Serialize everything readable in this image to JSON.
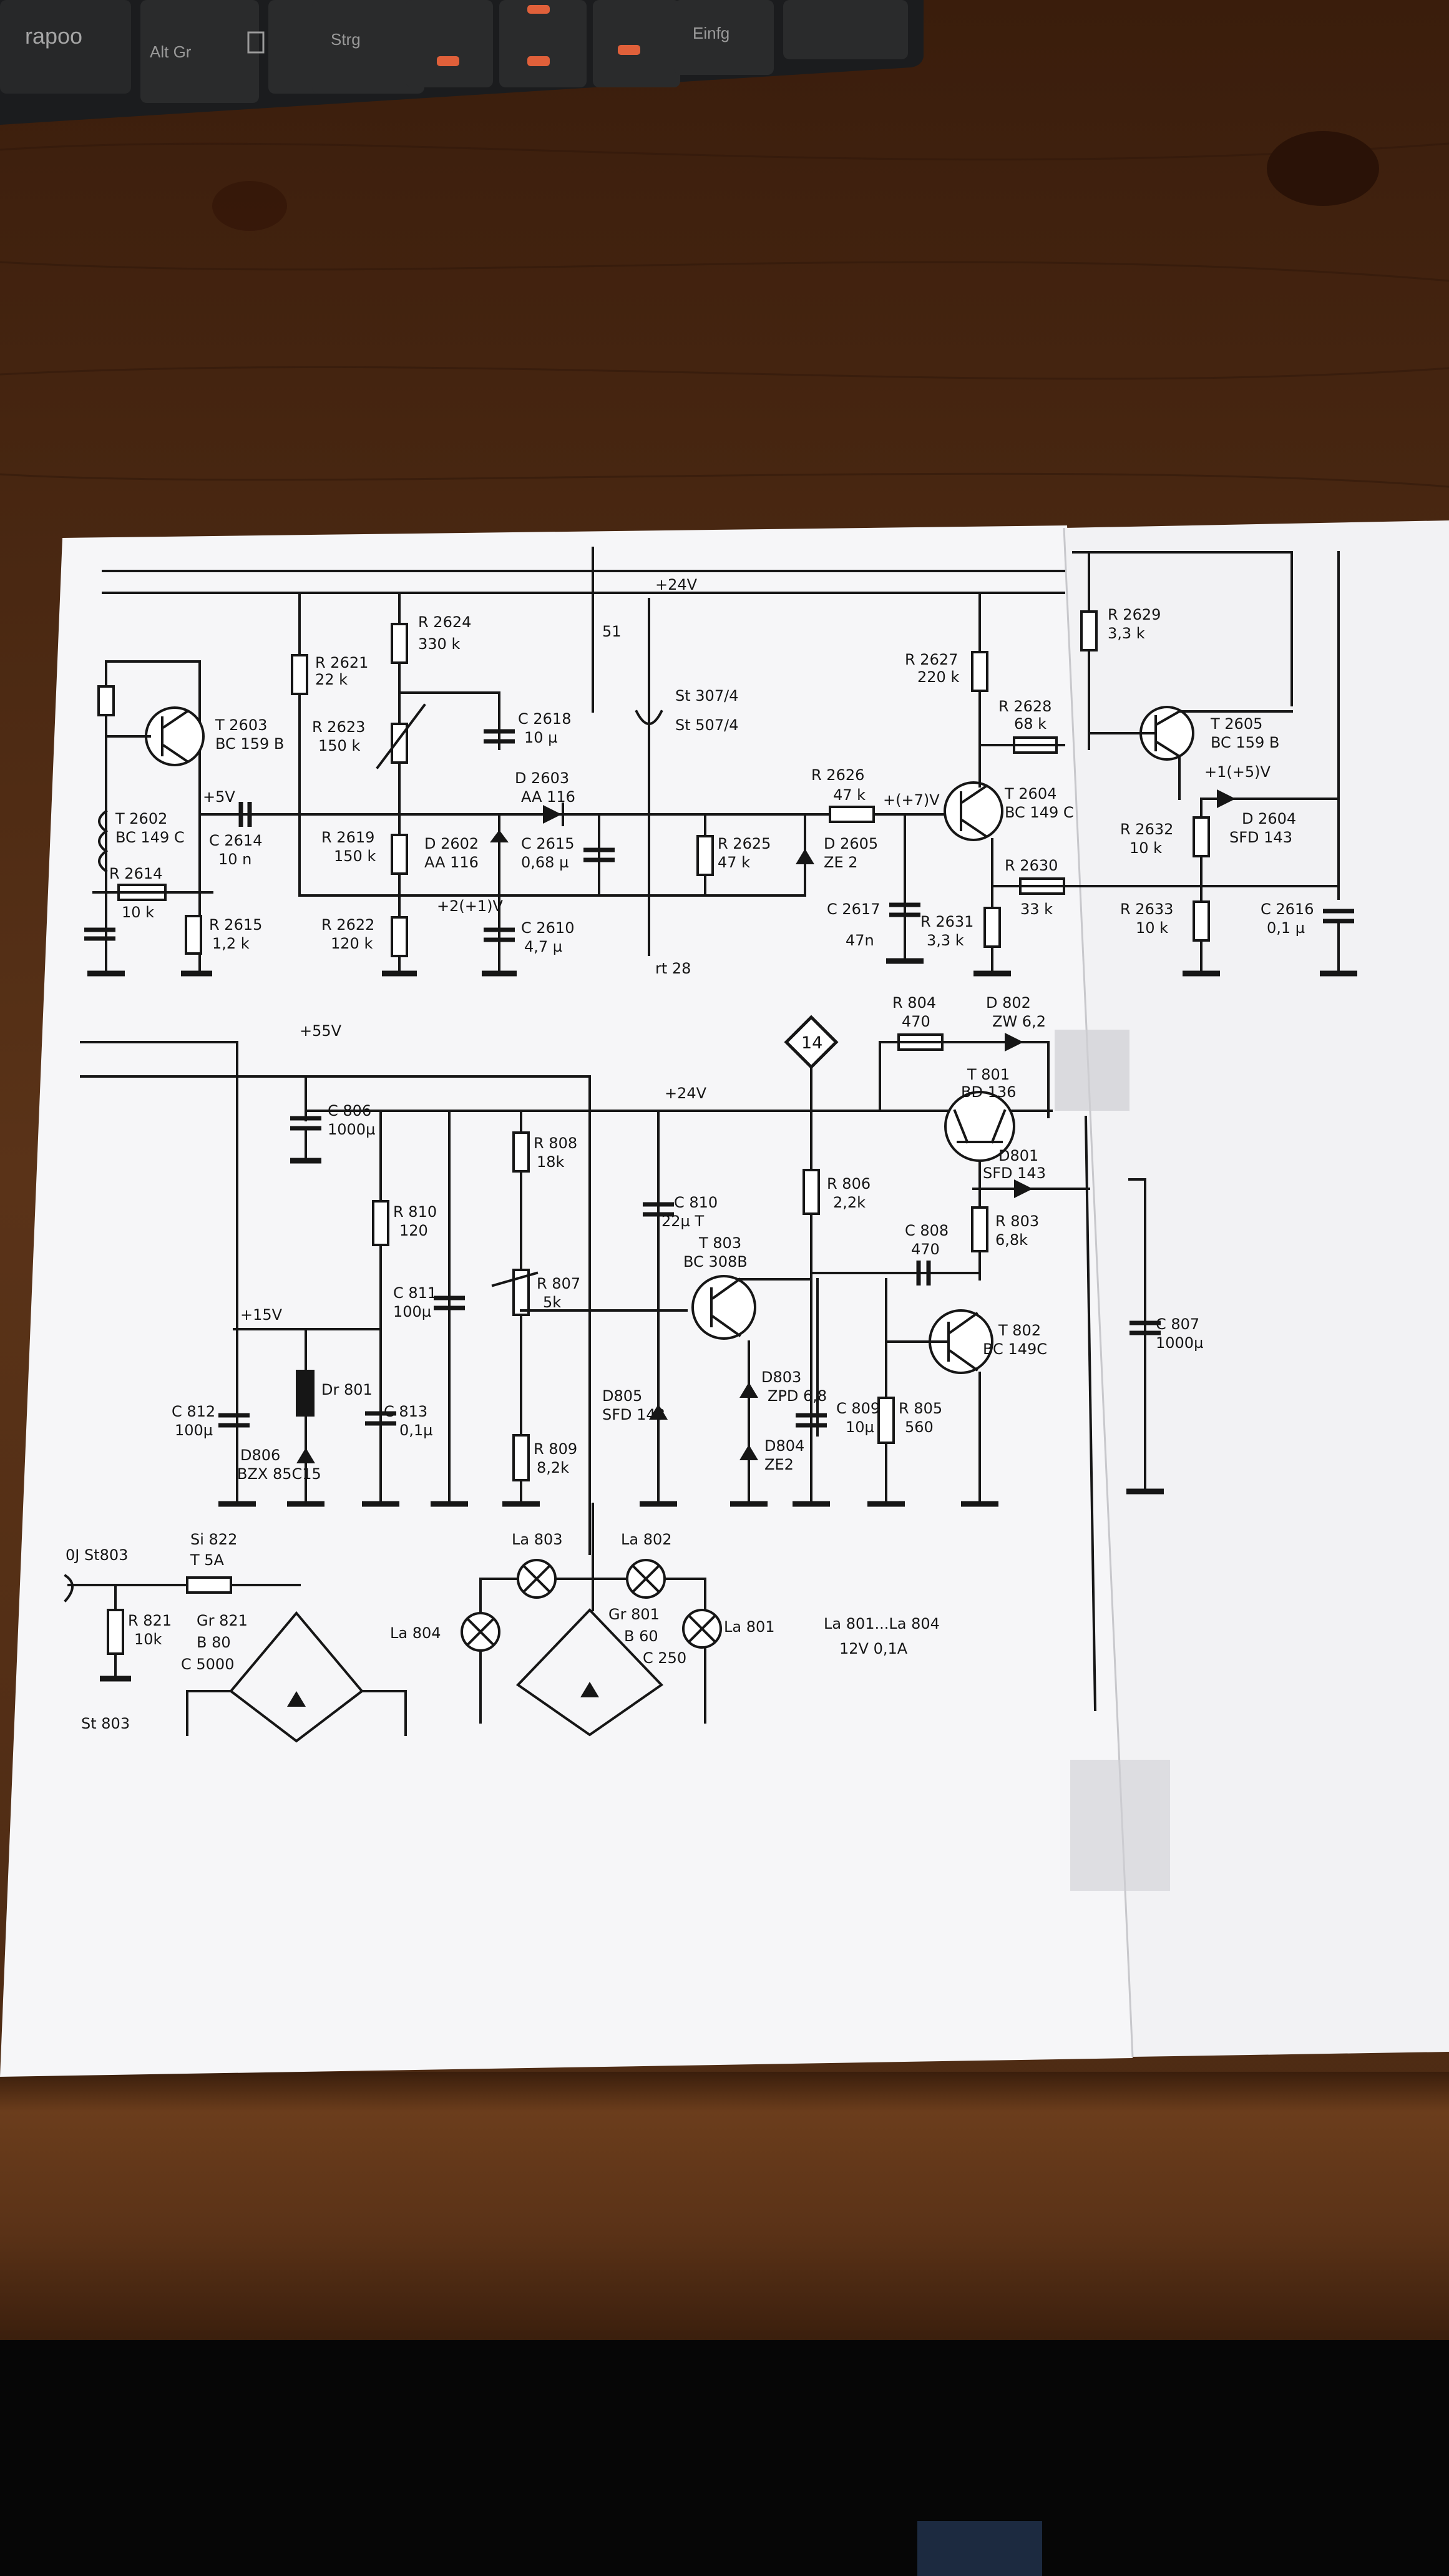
{
  "keyboard": {
    "brand": "rapoo",
    "keys": [
      "Alt Gr",
      "Strg",
      "Einfg"
    ]
  },
  "schematic_left": {
    "rails": [
      "+24V",
      "+55V",
      "+24V",
      "+15V"
    ],
    "nodes": [
      "51",
      "St 307/4",
      "St 507/4",
      "rt 28",
      "+5V",
      "+2(+1)V",
      "+(+7)V"
    ],
    "transistors": [
      {
        "ref": "T 2603",
        "type": "BC 159 B"
      },
      {
        "ref": "T 2602",
        "type": "BC 149 C"
      },
      {
        "ref": "T 2604",
        "type": "BC 149 C"
      },
      {
        "ref": "T 801",
        "type": "BD 136"
      },
      {
        "ref": "T 803",
        "type": "BC 308B"
      },
      {
        "ref": "T 802",
        "type": "BC 149C"
      }
    ],
    "resistors": [
      {
        "ref": "R 2621",
        "value": "22 k"
      },
      {
        "ref": "R 2624",
        "value": "330 k"
      },
      {
        "ref": "R 2623",
        "value": "150 k"
      },
      {
        "ref": "R 2619",
        "value": "150 k"
      },
      {
        "ref": "R 2622",
        "value": "120 k"
      },
      {
        "ref": "R 2614",
        "value": "10 k"
      },
      {
        "ref": "R 2615",
        "value": "1,2 k"
      },
      {
        "ref": "R 2625",
        "value": "47 k"
      },
      {
        "ref": "R 2626",
        "value": "47 k"
      },
      {
        "ref": "R 2627",
        "value": "220 k"
      },
      {
        "ref": "R 2628",
        "value": "68 k"
      },
      {
        "ref": "R 2630",
        "value": "33 k"
      },
      {
        "ref": "R 2631",
        "value": "3,3 k"
      },
      {
        "ref": "R 804",
        "value": "470"
      },
      {
        "ref": "R 806",
        "value": "2,2k"
      },
      {
        "ref": "R 803",
        "value": "6,8k"
      },
      {
        "ref": "R 805",
        "value": "560"
      },
      {
        "ref": "R 808",
        "value": "18k"
      },
      {
        "ref": "R 807",
        "value": "5k"
      },
      {
        "ref": "R 809",
        "value": "8,2k"
      },
      {
        "ref": "R 810",
        "value": "120"
      },
      {
        "ref": "R 821",
        "value": "10k"
      }
    ],
    "capacitors": [
      {
        "ref": "C 2614",
        "value": "10 n"
      },
      {
        "ref": "C 2618",
        "value": "10 µ"
      },
      {
        "ref": "C 2615",
        "value": "0,68 µ"
      },
      {
        "ref": "C 2610",
        "value": "4,7 µ"
      },
      {
        "ref": "C 2617",
        "value": "47n"
      },
      {
        "ref": "C 806",
        "value": "1000µ"
      },
      {
        "ref": "C 810",
        "value": "22µ T"
      },
      {
        "ref": "C 808",
        "value": "470"
      },
      {
        "ref": "C 811",
        "value": "100µ"
      },
      {
        "ref": "C 812",
        "value": "100µ"
      },
      {
        "ref": "C 813",
        "value": "0,1µ"
      },
      {
        "ref": "C 809",
        "value": "10µ"
      }
    ],
    "diodes": [
      {
        "ref": "D 2603",
        "value": "AA 116"
      },
      {
        "ref": "D 2602",
        "value": "AA 116"
      },
      {
        "ref": "D 2605",
        "value": "ZE 2"
      },
      {
        "ref": "D 802",
        "value": "ZW 6,2"
      },
      {
        "ref": "D801",
        "value": "SFD 143"
      },
      {
        "ref": "D803",
        "value": "ZPD 6,8"
      },
      {
        "ref": "D804",
        "value": "ZE2"
      },
      {
        "ref": "D805",
        "value": "SFD 143"
      },
      {
        "ref": "D806",
        "value": "BZX 85C15"
      }
    ],
    "misc": {
      "choke": "Dr 801",
      "terminal": "14",
      "fuse": {
        "ref": "Si 822",
        "value": "T 5A"
      },
      "connector_top": "0J St803",
      "connector_bottom": "St 803",
      "bridge_left": {
        "ref": "Gr 821",
        "value1": "B 80",
        "value2": "C 5000"
      },
      "bridge_right": {
        "ref": "Gr 801",
        "value1": "B 60",
        "value2": "C 250"
      },
      "lamps": [
        "La 803",
        "La 802",
        "La 804",
        "La 801"
      ],
      "lamp_note_1": "La 801...La 804",
      "lamp_note_2": "12V  0,1A"
    }
  },
  "schematic_right": {
    "resistors": [
      {
        "ref": "R 2629",
        "value": "3,3 k"
      },
      {
        "ref": "R 2632",
        "value": "10 k"
      },
      {
        "ref": "R 2633",
        "value": "10 k"
      }
    ],
    "transistors": [
      {
        "ref": "T 2605",
        "type": "BC 159 B"
      }
    ],
    "diodes": [
      {
        "ref": "D 2604",
        "value": "SFD 143"
      }
    ],
    "capacitors": [
      {
        "ref": "C 2616",
        "value": "0,1 µ"
      }
    ],
    "node": "+1(+5)V",
    "capacitor_c807": {
      "ref": "C 807",
      "value": "1000µ"
    }
  }
}
